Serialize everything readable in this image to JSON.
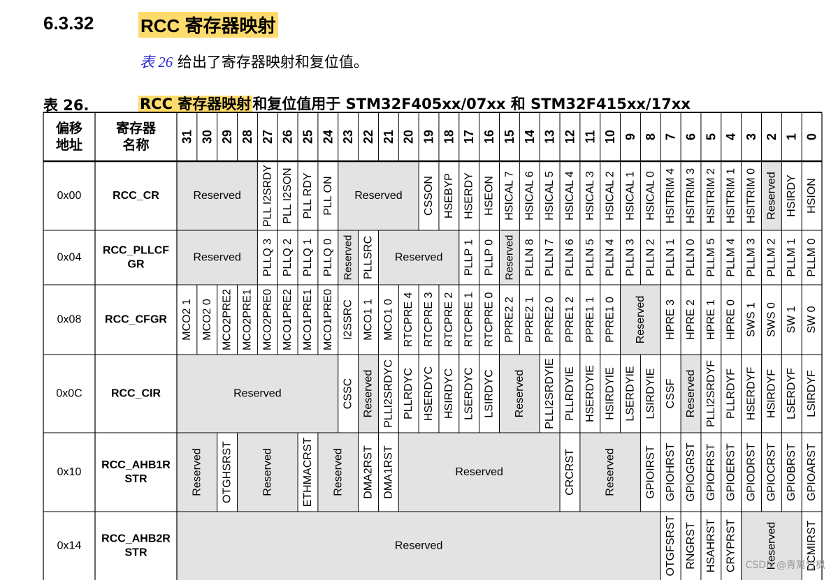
{
  "section": {
    "number": "6.3.32",
    "title": "RCC 寄存器映射"
  },
  "intro": {
    "ref": "表 26",
    "text": " 给出了寄存器映射和复位值。"
  },
  "table_caption": {
    "label": "表 26.",
    "title_hl": "RCC 寄存器映射",
    "title_rest": "和复位值用于 STM32F405xx/07xx 和 STM32F415xx/17xx"
  },
  "header": {
    "offset": [
      "偏移",
      "地址"
    ],
    "name": [
      "寄存器",
      "名称"
    ],
    "bits": [
      "31",
      "30",
      "29",
      "28",
      "27",
      "26",
      "25",
      "24",
      "23",
      "22",
      "21",
      "20",
      "19",
      "18",
      "17",
      "16",
      "15",
      "14",
      "13",
      "12",
      "11",
      "10",
      "9",
      "8",
      "7",
      "6",
      "5",
      "4",
      "3",
      "2",
      "1",
      "0"
    ]
  },
  "rows": [
    {
      "offset": "0x00",
      "name": [
        "RCC_CR"
      ],
      "cells": [
        {
          "label": "Reserved",
          "span": 4,
          "shade": true
        },
        {
          "label": "PLL I2SRDY"
        },
        {
          "label": "PLL I2SON"
        },
        {
          "label": "PLL RDY"
        },
        {
          "label": "PLL ON"
        },
        {
          "label": "Reserved",
          "span": 4,
          "shade": true
        },
        {
          "label": "CSSON"
        },
        {
          "label": "HSEBYP"
        },
        {
          "label": "HSERDY"
        },
        {
          "label": "HSEON"
        },
        {
          "label": "HSICAL 7"
        },
        {
          "label": "HSICAL 6"
        },
        {
          "label": "HSICAL 5"
        },
        {
          "label": "HSICAL 4"
        },
        {
          "label": "HSICAL 3"
        },
        {
          "label": "HSICAL 2"
        },
        {
          "label": "HSICAL 1"
        },
        {
          "label": "HSICAL 0"
        },
        {
          "label": "HSITRIM 4"
        },
        {
          "label": "HSITRIM 3"
        },
        {
          "label": "HSITRIM 2"
        },
        {
          "label": "HSITRIM 1"
        },
        {
          "label": "HSITRIM 0"
        },
        {
          "label": "Reserved",
          "shade": true
        },
        {
          "label": "HSIRDY"
        },
        {
          "label": "HSION"
        }
      ]
    },
    {
      "offset": "0x04",
      "name": [
        "RCC_PLLCF",
        "GR"
      ],
      "cells": [
        {
          "label": "Reserved",
          "span": 4,
          "shade": true
        },
        {
          "label": "PLLQ 3"
        },
        {
          "label": "PLLQ 2"
        },
        {
          "label": "PLLQ 1"
        },
        {
          "label": "PLLQ 0"
        },
        {
          "label": "Reserved",
          "shade": true
        },
        {
          "label": "PLLSRC"
        },
        {
          "label": "Reserved",
          "span": 4,
          "shade": true
        },
        {
          "label": "PLLP 1"
        },
        {
          "label": "PLLP 0"
        },
        {
          "label": "Reserved",
          "shade": true
        },
        {
          "label": "PLLN 8"
        },
        {
          "label": "PLLN 7"
        },
        {
          "label": "PLLN 6"
        },
        {
          "label": "PLLN 5"
        },
        {
          "label": "PLLN 4"
        },
        {
          "label": "PLLN 3"
        },
        {
          "label": "PLLN 2"
        },
        {
          "label": "PLLN 1"
        },
        {
          "label": "PLLN 0"
        },
        {
          "label": "PLLM 5"
        },
        {
          "label": "PLLM 4"
        },
        {
          "label": "PLLM 3"
        },
        {
          "label": "PLLM 2"
        },
        {
          "label": "PLLM 1"
        },
        {
          "label": "PLLM 0"
        }
      ]
    },
    {
      "offset": "0x08",
      "name": [
        "RCC_CFGR"
      ],
      "cells": [
        {
          "label": "MCO2 1"
        },
        {
          "label": "MCO2 0"
        },
        {
          "label": "MCO2PRE2"
        },
        {
          "label": "MCO2PRE1"
        },
        {
          "label": "MCO2PRE0"
        },
        {
          "label": "MCO1PRE2"
        },
        {
          "label": "MCO1PRE1"
        },
        {
          "label": "MCO1PRE0"
        },
        {
          "label": "I2SSRC"
        },
        {
          "label": "MCO1 1"
        },
        {
          "label": "MCO1 0"
        },
        {
          "label": "RTCPRE 4"
        },
        {
          "label": "RTCPRE 3"
        },
        {
          "label": "RTCPRE 2"
        },
        {
          "label": "RTCPRE 1"
        },
        {
          "label": "RTCPRE 0"
        },
        {
          "label": "PPRE2 2"
        },
        {
          "label": "PPRE2 1"
        },
        {
          "label": "PPRE2 0"
        },
        {
          "label": "PPRE1 2"
        },
        {
          "label": "PPRE1 1"
        },
        {
          "label": "PPRE1 0"
        },
        {
          "label": "Reserved",
          "span": 2,
          "shade": true,
          "rotate": true
        },
        {
          "label": "HPRE 3"
        },
        {
          "label": "HPRE 2"
        },
        {
          "label": "HPRE 1"
        },
        {
          "label": "HPRE 0"
        },
        {
          "label": "SWS 1"
        },
        {
          "label": "SWS 0"
        },
        {
          "label": "SW 1"
        },
        {
          "label": "SW 0"
        }
      ]
    },
    {
      "offset": "0x0C",
      "name": [
        "RCC_CIR"
      ],
      "cells": [
        {
          "label": "Reserved",
          "span": 8,
          "shade": true
        },
        {
          "label": "CSSC"
        },
        {
          "label": "Reserved",
          "shade": true
        },
        {
          "label": "PLLI2SRDYC"
        },
        {
          "label": "PLLRDYC"
        },
        {
          "label": "HSERDYC"
        },
        {
          "label": "HSIRDYC"
        },
        {
          "label": "LSERDYC"
        },
        {
          "label": "LSIRDYC"
        },
        {
          "label": "Reserved",
          "span": 2,
          "shade": true,
          "rotate": true
        },
        {
          "label": "PLLI2SRDYIE"
        },
        {
          "label": "PLLRDYIE"
        },
        {
          "label": "HSERDYIE"
        },
        {
          "label": "HSIRDYIE"
        },
        {
          "label": "LSERDYIE"
        },
        {
          "label": "LSIRDYIE"
        },
        {
          "label": "CSSF"
        },
        {
          "label": "Reserved",
          "shade": true
        },
        {
          "label": "PLLI2SRDYF"
        },
        {
          "label": "PLLRDYF"
        },
        {
          "label": "HSERDYF"
        },
        {
          "label": "HSIRDYF"
        },
        {
          "label": "LSERDYF"
        },
        {
          "label": "LSIRDYF"
        }
      ]
    },
    {
      "offset": "0x10",
      "name": [
        "RCC_AHB1R",
        "STR"
      ],
      "cells": [
        {
          "label": "Reserved",
          "span": 2,
          "shade": true,
          "rotate": true
        },
        {
          "label": "OTGHSRST"
        },
        {
          "label": "Reserved",
          "span": 3,
          "shade": true,
          "rotate": true
        },
        {
          "label": "ETHMACRST"
        },
        {
          "label": "Reserved",
          "span": 2,
          "shade": true,
          "rotate": true
        },
        {
          "label": "DMA2RST"
        },
        {
          "label": "DMA1RST"
        },
        {
          "label": "Reserved",
          "span": 8,
          "shade": true
        },
        {
          "label": "CRCRST"
        },
        {
          "label": "Reserved",
          "span": 3,
          "shade": true,
          "rotate": true
        },
        {
          "label": "GPIOIRST"
        },
        {
          "label": "GPIOHRST"
        },
        {
          "label": "GPIOGRST"
        },
        {
          "label": "GPIOFRST"
        },
        {
          "label": "GPIOERST"
        },
        {
          "label": "GPIODRST"
        },
        {
          "label": "GPIOCRST"
        },
        {
          "label": "GPIOBRST"
        },
        {
          "label": "GPIOARST"
        }
      ]
    },
    {
      "offset": "0x14",
      "name": [
        "RCC_AHB2R",
        "STR"
      ],
      "cells": [
        {
          "label": "Reserved",
          "span": 24,
          "shade": true
        },
        {
          "label": "OTGFSRST"
        },
        {
          "label": "RNGRST"
        },
        {
          "label": "HSAHRST"
        },
        {
          "label": "CRYPRST"
        },
        {
          "label": "Reserved",
          "span": 3,
          "shade": true,
          "rotate": true
        },
        {
          "label": "DCMIRST"
        }
      ]
    }
  ],
  "watermark": "CSDN @青篱竹枫",
  "colors": {
    "highlight": "#fddb6d",
    "reserved_fill": "#e3e3e3",
    "link": "#2a2ad0"
  }
}
